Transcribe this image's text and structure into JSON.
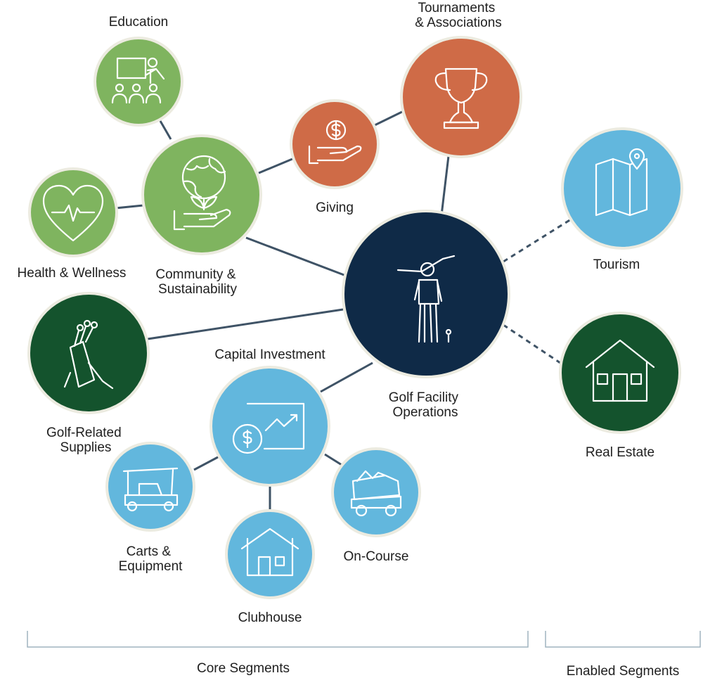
{
  "colors": {
    "green_light": "#7fb45f",
    "green_dark": "#14532d",
    "orange": "#cf6b47",
    "blue": "#62b7dd",
    "navy": "#0f2a47",
    "connector": "#3f5366",
    "bracket": "#9fb3bf"
  },
  "nodes": {
    "center": {
      "label": [
        "Golf Facility",
        "Operations"
      ],
      "icon": "golfer-icon"
    },
    "education": {
      "label": [
        "Education"
      ],
      "icon": "presentation-icon"
    },
    "health": {
      "label": [
        "Health & Wellness"
      ],
      "icon": "heart-pulse-icon"
    },
    "community": {
      "label": [
        "Community &",
        "Sustainability"
      ],
      "icon": "globe-hand-icon"
    },
    "giving": {
      "label": [
        "Giving"
      ],
      "icon": "dollar-hand-icon"
    },
    "tournaments": {
      "label": [
        "Tournaments",
        "& Associations"
      ],
      "icon": "trophy-icon"
    },
    "tourism": {
      "label": [
        "Tourism"
      ],
      "icon": "map-icon"
    },
    "real_estate": {
      "label": [
        "Real Estate"
      ],
      "icon": "house-icon"
    },
    "supplies": {
      "label": [
        "Golf-Related",
        "Supplies"
      ],
      "icon": "golf-bag-icon"
    },
    "capital": {
      "label": [
        "Capital Investment"
      ],
      "icon": "investment-chart-icon"
    },
    "carts": {
      "label": [
        "Carts &",
        "Equipment"
      ],
      "icon": "golf-cart-icon"
    },
    "clubhouse": {
      "label": [
        "Clubhouse"
      ],
      "icon": "clubhouse-icon"
    },
    "on_course": {
      "label": [
        "On-Course"
      ],
      "icon": "dump-truck-icon"
    }
  },
  "segments": {
    "core": "Core Segments",
    "enabled": "Enabled Segments"
  }
}
